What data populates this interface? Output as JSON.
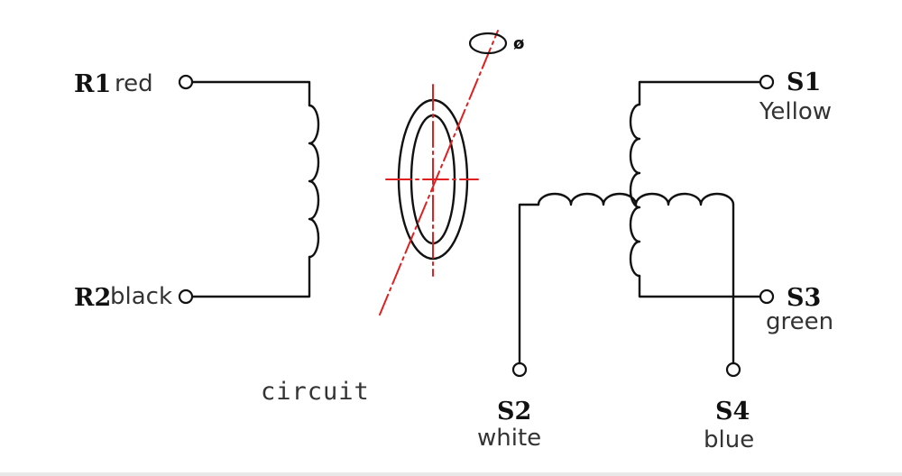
{
  "rotor": {
    "phi_symbol": "ø",
    "caption": "circuit",
    "axis_color": "#e02020"
  },
  "terminals": {
    "r1": {
      "pin": "R1",
      "color_name": "red"
    },
    "r2": {
      "pin": "R2",
      "color_name": "black"
    },
    "s1": {
      "pin": "S1",
      "color_name": "Yellow"
    },
    "s2": {
      "pin": "S2",
      "color_name": "white"
    },
    "s3": {
      "pin": "S3",
      "color_name": "green"
    },
    "s4": {
      "pin": "S4",
      "color_name": "blue"
    }
  },
  "colors": {
    "wire": "#111111",
    "label_text": "#333333"
  }
}
